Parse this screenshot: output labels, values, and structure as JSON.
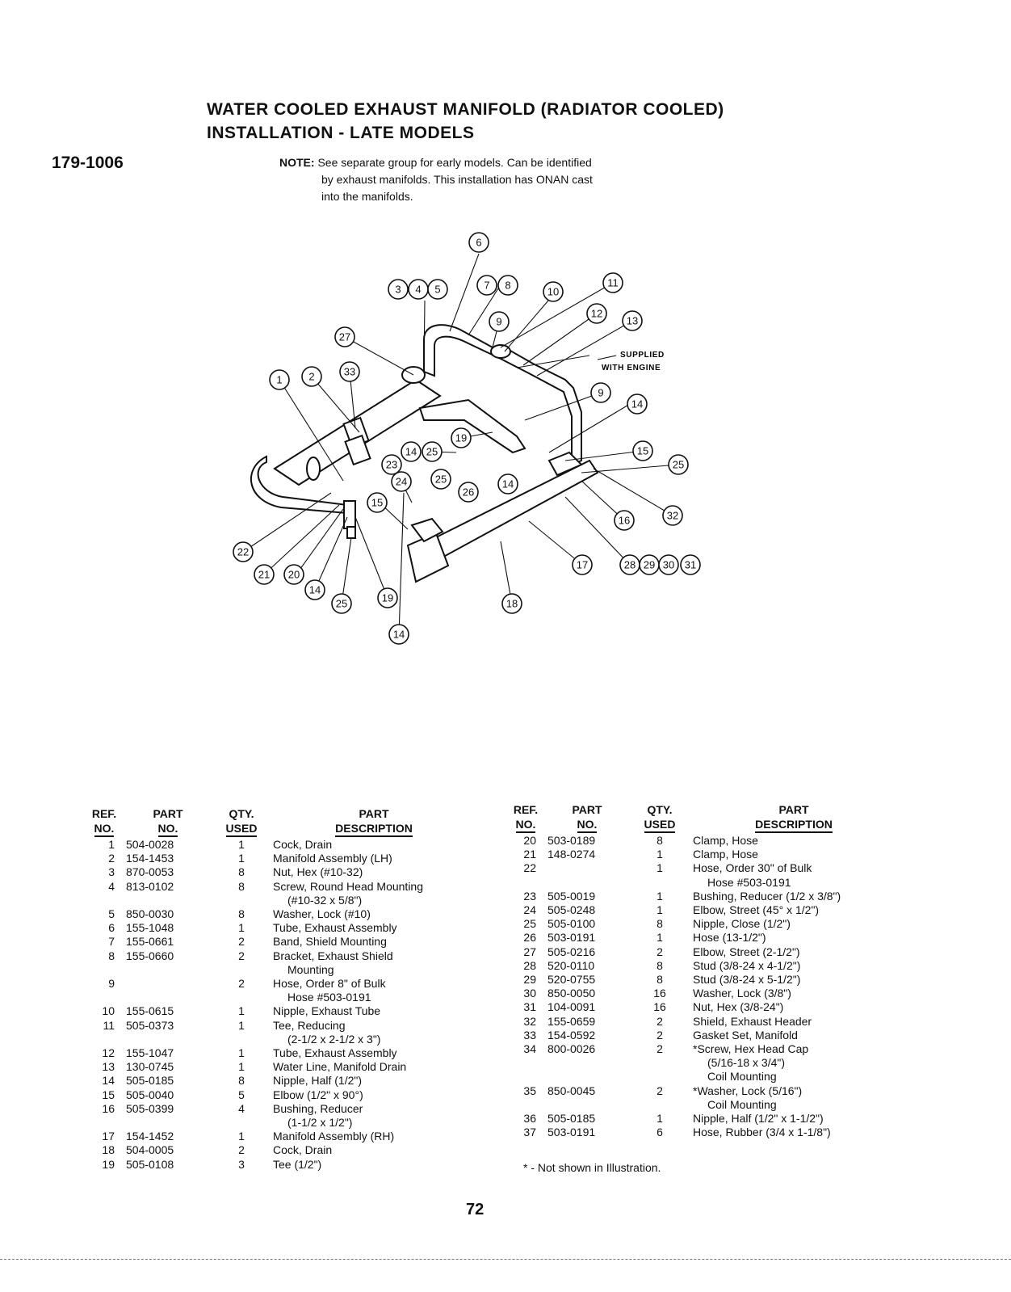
{
  "header": {
    "title_line1": "WATER COOLED EXHAUST MANIFOLD (RADIATOR COOLED)",
    "title_line2": "INSTALLATION - LATE MODELS",
    "group_number": "179-1006",
    "note_label": "NOTE:",
    "note_line1": "See separate group for early models. Can be identified",
    "note_line2": "by exhaust manifolds. This installation has ONAN cast",
    "note_line3": "into the manifolds."
  },
  "diagram": {
    "supplied_line1": "SUPPLIED",
    "supplied_line2": "WITH ENGINE",
    "callouts": [
      "6",
      "3",
      "4",
      "5",
      "7",
      "8",
      "10",
      "11",
      "12",
      "13",
      "9",
      "27",
      "1",
      "2",
      "33",
      "9",
      "14",
      "15",
      "25",
      "19",
      "14",
      "25",
      "23",
      "24",
      "25",
      "26",
      "14",
      "15",
      "22",
      "21",
      "20",
      "14",
      "25",
      "19",
      "14",
      "18",
      "17",
      "16",
      "32",
      "28",
      "29",
      "30",
      "31"
    ]
  },
  "table_headers": {
    "ref": [
      "REF.",
      "NO."
    ],
    "part": [
      "PART",
      "NO."
    ],
    "qty": [
      "QTY.",
      "USED"
    ],
    "desc": [
      "PART",
      "DESCRIPTION"
    ]
  },
  "parts_left": [
    {
      "ref": "1",
      "part": "504-0028",
      "qty": "1",
      "desc": "Cock, Drain"
    },
    {
      "ref": "2",
      "part": "154-1453",
      "qty": "1",
      "desc": "Manifold Assembly (LH)"
    },
    {
      "ref": "3",
      "part": "870-0053",
      "qty": "8",
      "desc": "Nut, Hex (#10-32)"
    },
    {
      "ref": "4",
      "part": "813-0102",
      "qty": "8",
      "desc": "Screw, Round Head Mounting",
      "desc2": "(#10-32 x 5/8\")"
    },
    {
      "ref": "5",
      "part": "850-0030",
      "qty": "8",
      "desc": "Washer, Lock (#10)"
    },
    {
      "ref": "6",
      "part": "155-1048",
      "qty": "1",
      "desc": "Tube, Exhaust Assembly"
    },
    {
      "ref": "7",
      "part": "155-0661",
      "qty": "2",
      "desc": "Band, Shield Mounting"
    },
    {
      "ref": "8",
      "part": "155-0660",
      "qty": "2",
      "desc": "Bracket, Exhaust Shield",
      "desc2": "Mounting"
    },
    {
      "ref": "9",
      "part": "",
      "qty": "2",
      "desc": "Hose, Order 8\" of Bulk",
      "desc2": "Hose #503-0191"
    },
    {
      "ref": "10",
      "part": "155-0615",
      "qty": "1",
      "desc": "Nipple, Exhaust Tube"
    },
    {
      "ref": "11",
      "part": "505-0373",
      "qty": "1",
      "desc": "Tee, Reducing",
      "desc2": "(2-1/2 x 2-1/2 x 3\")"
    },
    {
      "ref": "12",
      "part": "155-1047",
      "qty": "1",
      "desc": "Tube, Exhaust Assembly"
    },
    {
      "ref": "13",
      "part": "130-0745",
      "qty": "1",
      "desc": "Water Line, Manifold Drain"
    },
    {
      "ref": "14",
      "part": "505-0185",
      "qty": "8",
      "desc": "Nipple, Half (1/2\")"
    },
    {
      "ref": "15",
      "part": "505-0040",
      "qty": "5",
      "desc": "Elbow (1/2\" x 90°)"
    },
    {
      "ref": "16",
      "part": "505-0399",
      "qty": "4",
      "desc": "Bushing, Reducer",
      "desc2": "(1-1/2 x 1/2\")"
    },
    {
      "ref": "17",
      "part": "154-1452",
      "qty": "1",
      "desc": "Manifold Assembly (RH)"
    },
    {
      "ref": "18",
      "part": "504-0005",
      "qty": "2",
      "desc": "Cock, Drain"
    },
    {
      "ref": "19",
      "part": "505-0108",
      "qty": "3",
      "desc": "Tee (1/2\")"
    }
  ],
  "parts_right": [
    {
      "ref": "20",
      "part": "503-0189",
      "qty": "8",
      "desc": "Clamp, Hose"
    },
    {
      "ref": "21",
      "part": "148-0274",
      "qty": "1",
      "desc": "Clamp, Hose"
    },
    {
      "ref": "22",
      "part": "",
      "qty": "1",
      "desc": "Hose, Order 30\" of Bulk",
      "desc2": "Hose #503-0191"
    },
    {
      "ref": "23",
      "part": "505-0019",
      "qty": "1",
      "desc": "Bushing, Reducer (1/2 x 3/8\")"
    },
    {
      "ref": "24",
      "part": "505-0248",
      "qty": "1",
      "desc": "Elbow, Street (45° x 1/2\")"
    },
    {
      "ref": "25",
      "part": "505-0100",
      "qty": "8",
      "desc": "Nipple, Close (1/2\")"
    },
    {
      "ref": "26",
      "part": "503-0191",
      "qty": "1",
      "desc": "Hose (13-1/2\")"
    },
    {
      "ref": "27",
      "part": "505-0216",
      "qty": "2",
      "desc": "Elbow, Street (2-1/2\")"
    },
    {
      "ref": "28",
      "part": "520-0110",
      "qty": "8",
      "desc": "Stud (3/8-24 x 4-1/2\")"
    },
    {
      "ref": "29",
      "part": "520-0755",
      "qty": "8",
      "desc": "Stud (3/8-24 x 5-1/2\")"
    },
    {
      "ref": "30",
      "part": "850-0050",
      "qty": "16",
      "desc": "Washer, Lock (3/8\")"
    },
    {
      "ref": "31",
      "part": "104-0091",
      "qty": "16",
      "desc": "Nut, Hex (3/8-24\")"
    },
    {
      "ref": "32",
      "part": "155-0659",
      "qty": "2",
      "desc": "Shield, Exhaust Header"
    },
    {
      "ref": "33",
      "part": "154-0592",
      "qty": "2",
      "desc": "Gasket Set, Manifold"
    },
    {
      "ref": "34",
      "part": "800-0026",
      "qty": "2",
      "desc": "*Screw, Hex Head Cap",
      "desc2": "(5/16-18 x 3/4\")",
      "desc3": "Coil Mounting"
    },
    {
      "ref": "35",
      "part": "850-0045",
      "qty": "2",
      "desc": "*Washer, Lock (5/16\")",
      "desc2": "Coil Mounting"
    },
    {
      "ref": "36",
      "part": "505-0185",
      "qty": "1",
      "desc": "Nipple, Half (1/2\" x 1-1/2\")"
    },
    {
      "ref": "37",
      "part": "503-0191",
      "qty": "6",
      "desc": "Hose, Rubber (3/4 x 1-1/8\")"
    }
  ],
  "footnote": "* - Not shown in Illustration.",
  "page_number": "72"
}
